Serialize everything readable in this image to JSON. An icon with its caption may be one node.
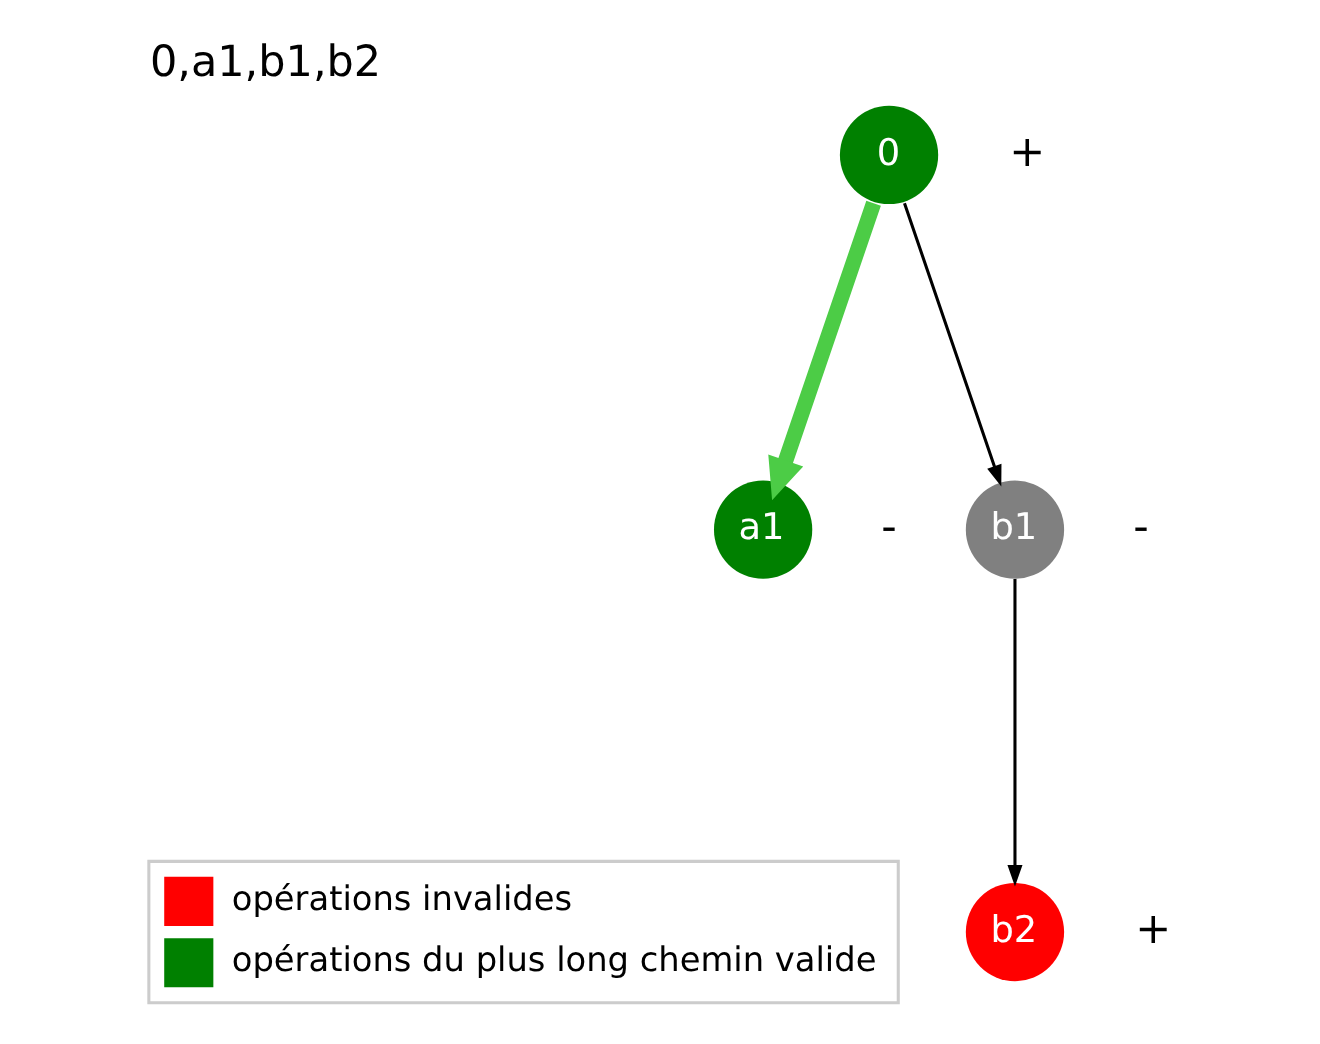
{
  "diagram": {
    "title": "0,a1,b1,b2",
    "nodes": [
      {
        "text": [
          "0"
        ],
        "beside": [
          "+"
        ]
      },
      {
        "text": [
          "a1"
        ],
        "beside": [
          "-"
        ]
      },
      {
        "text": [
          "b1"
        ],
        "beside": [
          "-"
        ]
      },
      {
        "text": [
          "b2"
        ],
        "beside": [
          "+"
        ]
      }
    ],
    "edges": [
      {
        "from": 0,
        "to": 1,
        "arrow": "to",
        "style": "thick",
        "color": "#4ccc46"
      },
      {
        "from": 0,
        "to": 2,
        "arrow": "to"
      },
      {
        "from": 2,
        "to": 3,
        "arrow": "to"
      }
    ],
    "legend": [
      {
        "text": "opérations invalides",
        "color": "#ff0000"
      },
      {
        "text": "opérations du plus long chemin valide",
        "color": "#008000"
      }
    ]
  }
}
